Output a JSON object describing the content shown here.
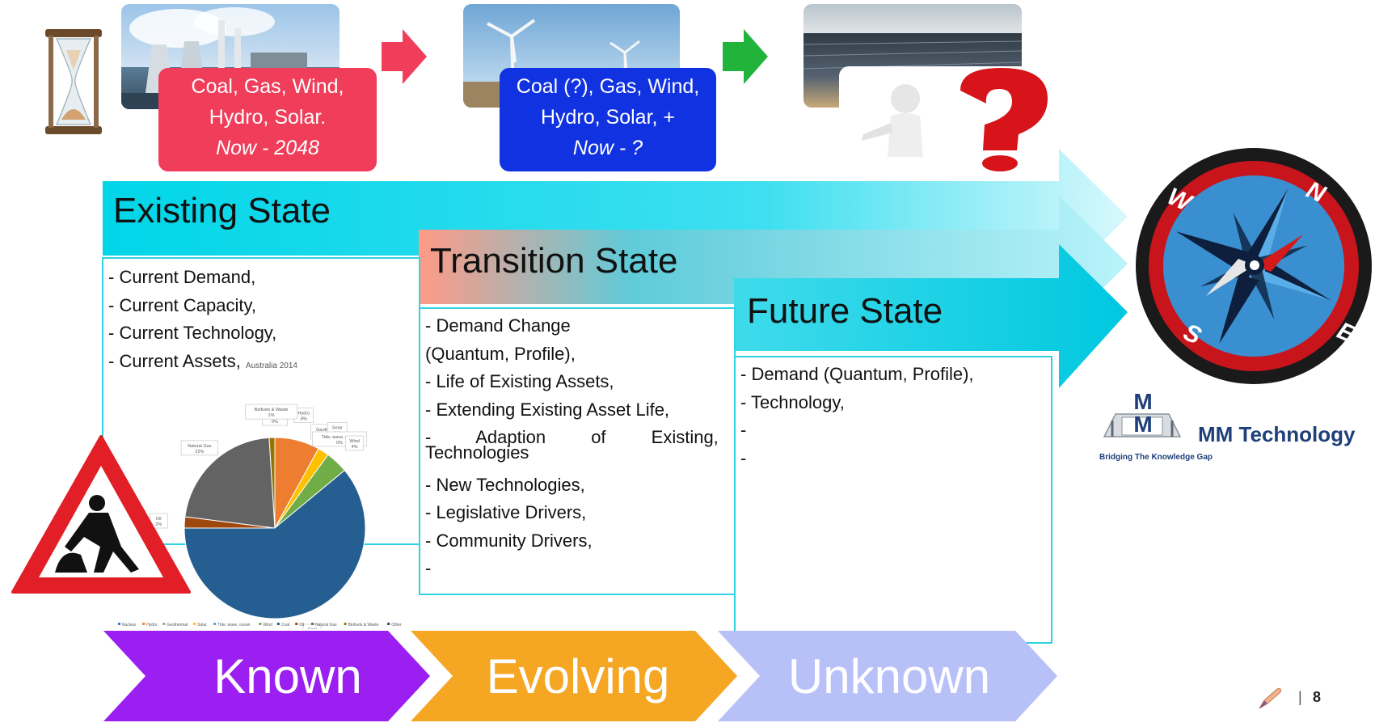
{
  "callouts": {
    "existing": {
      "line1": "Coal, Gas, Wind,",
      "line2": "Hydro, Solar.",
      "line3": "Now - 2048",
      "color": "#f03d5a"
    },
    "transition": {
      "line1": "Coal (?), Gas, Wind,",
      "line2": "Hydro, Solar, +",
      "line3": "Now - ?",
      "color": "#1032e0"
    }
  },
  "states": {
    "existing": {
      "title": "Existing State",
      "items": [
        "- Current Demand,",
        "- Current Capacity,",
        "- Current Technology,",
        "- Current Assets,"
      ]
    },
    "transition": {
      "title": "Transition State",
      "items": [
        "- Demand Change",
        "(Quantum, Profile),",
        "- Life of Existing Assets,",
        "- Extending Existing Asset Life,",
        "- Adaption of Existing,",
        "Technologies",
        "- New Technologies,",
        "- Legislative Drivers,",
        "- Community Drivers,",
        "-"
      ]
    },
    "future": {
      "title": "Future State",
      "items": [
        "- Demand (Quantum, Profile),",
        "- Technology,",
        "-",
        "-"
      ]
    }
  },
  "chevrons": [
    {
      "label": "Known",
      "color": "#9a1ff0",
      "text_color": "#ffffff"
    },
    {
      "label": "Evolving",
      "color": "#f5a623",
      "text_color": "#ffffff"
    },
    {
      "label": "Unknown",
      "color": "#b8c0f8",
      "text_color": "#ffffff"
    }
  ],
  "compass": {
    "n": "N",
    "e": "E",
    "s": "S",
    "w": "W"
  },
  "logo": {
    "letter_top": "M",
    "letter_bottom": "M",
    "name": "MM Technology",
    "tagline": "Bridging The Knowledge Gap"
  },
  "page": {
    "number": "8",
    "separator": "|"
  },
  "icons": [
    "hourglass-icon",
    "arrow-right-icon",
    "road-work-sign-icon",
    "question-mark-figure-icon",
    "compass-icon",
    "pen-icon"
  ],
  "chart_data": {
    "type": "pie",
    "title": "Australia 2014",
    "slices": [
      {
        "label": "Nuclear",
        "value": 0,
        "color": "#4472c4"
      },
      {
        "label": "Hydro",
        "value": 8,
        "color": "#ed7d31"
      },
      {
        "label": "Geothermal",
        "value": 0,
        "color": "#a5a5a5"
      },
      {
        "label": "Solar",
        "value": 2,
        "color": "#ffc000"
      },
      {
        "label": "Tide, wave, ocean",
        "value": 0,
        "color": "#5b9bd5"
      },
      {
        "label": "Wind",
        "value": 4,
        "color": "#70ad47"
      },
      {
        "label": "Coal",
        "value": 61,
        "color": "#255e91"
      },
      {
        "label": "Oil",
        "value": 2,
        "color": "#9e480e"
      },
      {
        "label": "Natural Gas",
        "value": 22,
        "color": "#636363"
      },
      {
        "label": "Biofuels & Waste",
        "value": 1,
        "color": "#997300"
      },
      {
        "label": "Other",
        "value": 0,
        "color": "#264478"
      }
    ],
    "data_labels": [
      {
        "name": "Nuclear",
        "pct": "0%"
      },
      {
        "name": "Hydro",
        "pct": "8%"
      },
      {
        "name": "Geothermal",
        "pct": "0%"
      },
      {
        "name": "Solar",
        "pct": "2%"
      },
      {
        "name": "Tide, wave, ocean",
        "pct": "0%"
      },
      {
        "name": "Wind",
        "pct": "4%"
      },
      {
        "name": "Coal",
        "pct": "61%"
      },
      {
        "name": "Oil",
        "pct": "2%"
      },
      {
        "name": "Natural Gas",
        "pct": "22%"
      },
      {
        "name": "Biofuels & Waste",
        "pct": "1%"
      }
    ],
    "legend": [
      "Nuclear",
      "Hydro",
      "Geothermal",
      "Solar",
      "Tide, wave, ocean",
      "Wind",
      "Coal",
      "Oil",
      "Natural Gas",
      "Biofuels & Waste",
      "Other"
    ]
  }
}
